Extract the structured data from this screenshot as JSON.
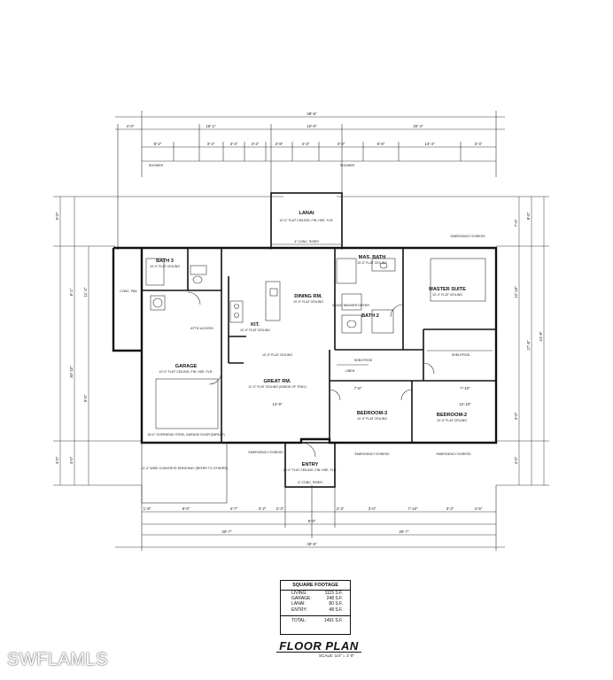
{
  "rooms": {
    "lanai": {
      "name": "LANAI",
      "ceiling": "10'-0\" FLAT CEILING, FIN. HSE. FLR."
    },
    "bath3": {
      "name": "BATH 3",
      "ceiling": "10'-0\" FLAT CEILING"
    },
    "mas_bath": {
      "name": "MAS. BATH",
      "ceiling": "10'-0\" FLAT CEILING"
    },
    "master_suite": {
      "name": "MASTER SUITE",
      "ceiling": "10'-0\" FLAT CEILING"
    },
    "dining": {
      "name": "DINING RM.",
      "ceiling": "10'-0\" FLAT CEILING"
    },
    "kit": {
      "name": "KIT.",
      "ceiling": "10'-0\" FLAT CEILING"
    },
    "bath2": {
      "name": "BATH 2",
      "ceiling": "10'-0\" FLAT CEILING"
    },
    "garage": {
      "name": "GARAGE",
      "ceiling": "10'-0\" FLAT CEILING, FIN. HSE. FLR."
    },
    "great_rm": {
      "name": "GREAT RM.",
      "ceiling": "11'-0\" FLAT CEILING (INSIDE OF TRAY)"
    },
    "bedroom3": {
      "name": "BEDROOM-3",
      "ceiling": "10'-0\" FLAT CEILING"
    },
    "bedroom2": {
      "name": "BEDROOM-2",
      "ceiling": "10'-0\" FLAT CEILING"
    },
    "entry": {
      "name": "ENTRY",
      "ceiling": "10'-0\" FLAT CEILING, FIN. HSE. FLR."
    }
  },
  "notes": {
    "conc_riser": "4\" CONC. RISER",
    "conc_pad": "CONC. PAD",
    "garage_door": "16'x7' OVERHEAD STEEL GARAGE DOOR (IMPACT)",
    "driveway": "12'-4\" WIDE CONCRETE DRIVEWAY (REFER TO OTHERS)",
    "flat_ceil": "10'-0\" FLAT CEILING",
    "attic_access": "ATTIC ACCESS",
    "shelf_rod": "SHELF/ROD",
    "linen": "LINEN",
    "stack_washer": "STACK WASHER DRYER",
    "egress": "EMERGENCY EGRESS",
    "shower": "SHOWER"
  },
  "dimensions": {
    "overall_top": "49'-5\"",
    "top_row_1": [
      "4'-0\"",
      "18'-1\"",
      "10'-0\"",
      "20'-4\""
    ],
    "top_row_2": [
      "8'-2\"",
      "3'-4\"",
      "3'-4\"",
      "3'-2\"",
      "3'-8\"",
      "4'-3\"",
      "3'-0\"",
      "5'-6\"",
      "13'-4\"",
      "3'-4\""
    ],
    "bottom_row_1": [
      "1'-8\"",
      "9'-0\"",
      "4'-7\"",
      "3'-2\"",
      "2'-3\"",
      "2'-3\"",
      "3'-0\"",
      "7'-10\"",
      "3'-2\"",
      "4'-5\""
    ],
    "bottom_row_2": [
      "8'-0\""
    ],
    "bottom_row_3": [
      "30'-7\"",
      "30'-7\""
    ],
    "overall_bottom": "49'-5\"",
    "left_side": [
      "6'-0\"",
      "8'-1\"",
      "11'-3\"",
      "30'-10\"",
      "9'-0\"",
      "4'-0\"",
      "4'-0\""
    ],
    "right_side": [
      "7'-0\"",
      "12'-10\"",
      "4'-0\"",
      "4'-0\"",
      "41'-8\"",
      "27'-8\"",
      "8'-0\""
    ],
    "room_dims": [
      "14'-9\"",
      "7'-10\"",
      "3'-0\"",
      "12'-10\"",
      "7'-6\"",
      "4'-5\""
    ]
  },
  "square_footage": {
    "title": "SQUARE FOOTAGE",
    "rows": [
      {
        "label": "LIVING:",
        "value": "1115 S.F."
      },
      {
        "label": "GARAGE:",
        "value": "248 S.F."
      },
      {
        "label": "LANAI:",
        "value": "80 S.F."
      },
      {
        "label": "ENTRY:",
        "value": "48 S.F."
      }
    ],
    "total_label": "TOTAL:",
    "total_value": "1491 S.F."
  },
  "plan_title": "FLOOR PLAN",
  "plan_scale": "SCALE: 1/4\" = 1'-0\"",
  "watermark": "SWFLAMLS"
}
